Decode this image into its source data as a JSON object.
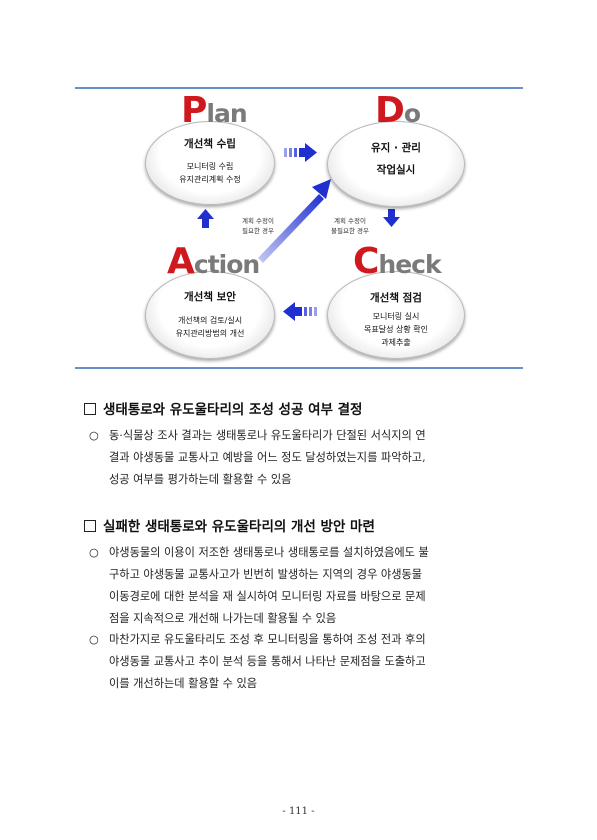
{
  "diagram": {
    "plan": {
      "first": "P",
      "rest": "lan",
      "title": "개선책 수립",
      "sub": [
        "모니터링 수립",
        "유지관리계획 수정"
      ]
    },
    "do": {
      "first": "D",
      "rest": "o",
      "title": "유지 · 관리",
      "title2": "작업실시"
    },
    "action": {
      "first": "A",
      "rest": "ction",
      "title": "개선책 보안",
      "sub": [
        "개선책의 검토/실시",
        "유지관리방법의 개선"
      ]
    },
    "check": {
      "first": "C",
      "rest": "heck",
      "title": "개선책 점검",
      "sub": [
        "모니터링 실시",
        "목표달성 상황 확인",
        "과제추출"
      ]
    },
    "note_left": [
      "계획 수정이",
      "필요한 경우"
    ],
    "note_right": [
      "계획 수정이",
      "불필요한 경우"
    ],
    "colors": {
      "arrow": "#1f2fd0",
      "letter": "#d0191f",
      "rule": "#6a8fc8"
    }
  },
  "section1": {
    "heading": "생태통로와 유도울타리의 조성 성공 여부 결정",
    "items": [
      {
        "bullet": "○",
        "lines": [
          "동·식물상 조사 결과는 생태통로나 유도울타리가 단절된 서식지의 연",
          "결과 야생동물 교통사고 예방을 어느 정도 달성하였는지를 파악하고,",
          "성공 여부를 평가하는데 활용할 수 있음"
        ]
      }
    ]
  },
  "section2": {
    "heading": "실패한 생태통로와 유도울타리의 개선 방안 마련",
    "items": [
      {
        "bullet": "○",
        "lines": [
          "야생동물의 이용이 저조한 생태통로나 생태통로를 설치하였음에도 불",
          "구하고 야생동물 교통사고가 빈번히 발생하는 지역의 경우 야생동물",
          "이동경로에 대한 분석을 재 실시하여 모니터링 자료를 바탕으로 문제",
          "점을 지속적으로 개선해 나가는데 활용될 수 있음"
        ]
      },
      {
        "bullet": "○",
        "lines": [
          "마찬가지로 유도울타리도 조성 후 모니터링을 통하여 조성 전과 후의",
          "야생동물 교통사고 추이 분석 등을 통해서 나타난 문제점을 도출하고",
          "이를 개선하는데 활용할 수 있음"
        ]
      }
    ]
  },
  "page_number": "- 111 -"
}
